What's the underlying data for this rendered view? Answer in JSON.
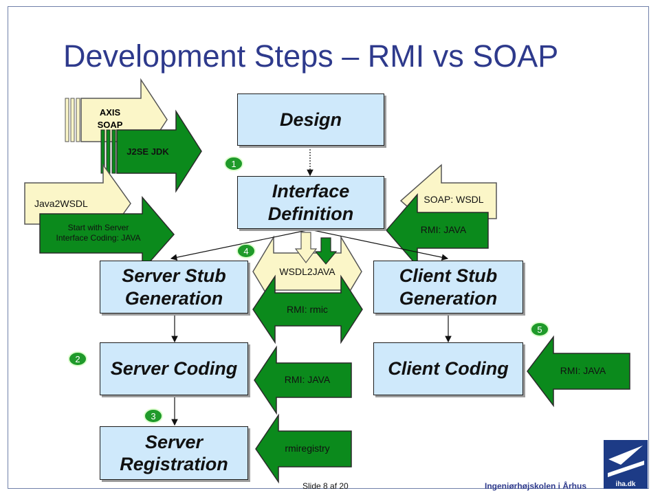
{
  "slide": {
    "title": "Development Steps – RMI vs SOAP",
    "footer_slide": "Slide 8 af  20",
    "footer_school": "Ingeniørhøjskolen i Århus",
    "logo_text": "iha.dk"
  },
  "boxes": {
    "design": "Design",
    "interface": "Interface Definition",
    "server_stub": "Server Stub Generation",
    "client_stub": "Client Stub Generation",
    "server_coding": "Server Coding",
    "client_coding": "Client Coding",
    "server_registration": "Server Registration"
  },
  "arrows": {
    "axis_soap": "AXIS SOAP",
    "j2se": "J2SE JDK",
    "java2wsdl": "Java2WSDL",
    "start_server": "Start with Server Interface Coding: JAVA",
    "soap_wsdl": "SOAP: WSDL",
    "rmi_java_iface": "RMI: JAVA",
    "wsdl2java": "WSDL2JAVA",
    "rmi_rmic": "RMI: rmic",
    "rmi_java_server": "RMI: JAVA",
    "rmi_java_client": "RMI: JAVA",
    "rmiregistry": "rmiregistry"
  },
  "badges": [
    "1",
    "2",
    "3",
    "4",
    "5"
  ],
  "colors": {
    "title": "#2e3a8c",
    "box_fill": "#cfe9fb",
    "green_arrow": "#0b8a1c",
    "yellow_arrow": "#fbf6c8",
    "badge": "#1f9a2a"
  }
}
